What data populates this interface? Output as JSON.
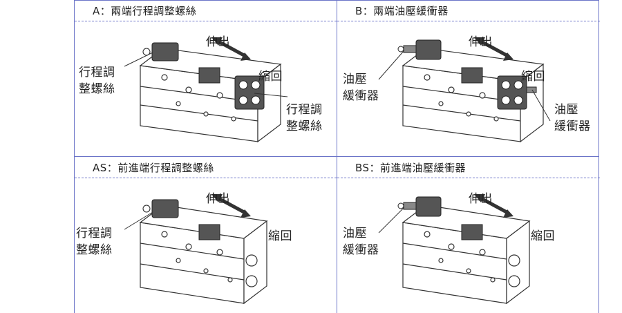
{
  "panels": [
    {
      "title": "A：兩端行程調整螺絲",
      "extend": "伸出",
      "retract": "縮回",
      "left_label": [
        "行程調",
        "整螺絲"
      ],
      "right_label": [
        "行程調",
        "整螺絲"
      ]
    },
    {
      "title": "B：兩端油壓緩衝器",
      "extend": "伸出",
      "retract": "縮回",
      "left_label": [
        "油壓",
        "緩衝器"
      ],
      "right_label": [
        "油壓",
        "緩衝器"
      ]
    },
    {
      "title": "AS：前進端行程調整螺絲",
      "extend": "伸出",
      "retract": "縮回",
      "left_label": [
        "行程調",
        "整螺絲"
      ]
    },
    {
      "title": "BS：前進端油壓緩衝器",
      "extend": "伸出",
      "retract": "縮回",
      "left_label": [
        "油壓",
        "緩衝器"
      ]
    }
  ],
  "colors": {
    "border": "#6b74c8",
    "line": "#333333",
    "block": "#555555"
  }
}
